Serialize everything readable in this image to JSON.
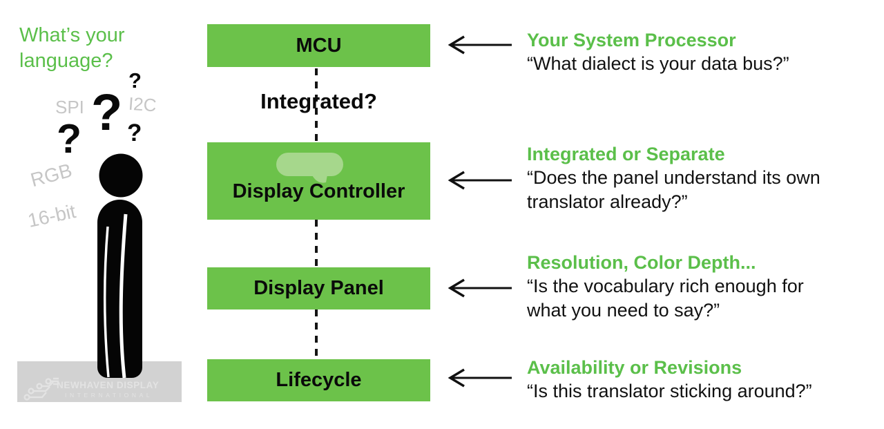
{
  "colors": {
    "box_green": "#6cc24a",
    "accent_green": "#5bbf4a",
    "bubble_green": "#a6d78c",
    "gray_text": "#c6c6c6",
    "watermark_bg": "#d2d2d2",
    "watermark_fg": "#e3e3e3",
    "ink": "#0a0a0a"
  },
  "left": {
    "headline_line1": "What’s your",
    "headline_line2": "language?",
    "floaters": {
      "spi": "SPI",
      "i2c": "I2C",
      "rgb": "RGB",
      "bit16": "16-bit"
    },
    "question_marks": [
      "?",
      "?",
      "?",
      "?"
    ],
    "person_icon": "person-silhouette-icon",
    "watermark": {
      "logo_icon": "circuit-logo-icon",
      "line1": "NEWHAVEN DISPLAY",
      "line2": "INTERNATIONAL"
    }
  },
  "flow": {
    "boxes": [
      {
        "label": "MCU"
      },
      {
        "label": "Display Controller",
        "icon": "speech-bubble-icon"
      },
      {
        "label": "Display Panel"
      },
      {
        "label": "Lifecycle"
      }
    ],
    "connector_label": "Integrated?"
  },
  "annotations": [
    {
      "title": "Your System Processor",
      "lines": [
        "“What dialect is your data bus?”"
      ]
    },
    {
      "title": "Integrated or Separate",
      "lines": [
        "“Does the panel understand its own",
        "translator already?”"
      ]
    },
    {
      "title": "Resolution, Color Depth...",
      "lines": [
        "“Is the vocabulary rich enough for",
        "what you need to say?”"
      ]
    },
    {
      "title": "Availability or Revisions",
      "lines": [
        "“Is this translator sticking around?”"
      ]
    }
  ]
}
